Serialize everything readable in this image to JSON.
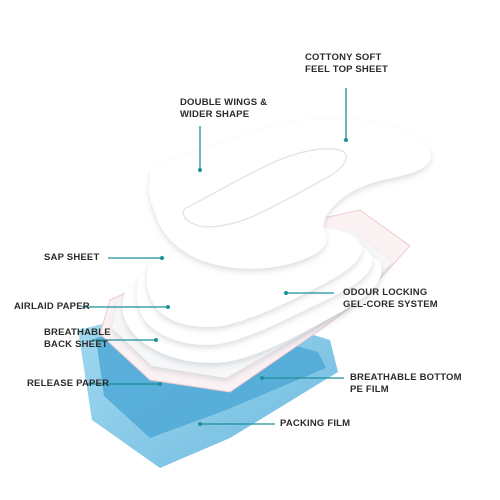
{
  "colors": {
    "accent": "#1d8f96",
    "text": "#2b2b2b",
    "packing_film": "#7cc7e6",
    "release_paper": "#4fa9d6",
    "sheet": "#ffffff"
  },
  "labels": {
    "cottony_soft": {
      "line1": "COTTONY SOFT",
      "line2": "FEEL TOP SHEET"
    },
    "double_wings": {
      "line1": "DOUBLE WINGS &",
      "line2": "WIDER SHAPE"
    },
    "sap_sheet": {
      "line1": "SAP SHEET"
    },
    "odour_locking": {
      "line1": "ODOUR LOCKING",
      "line2": "GEL-CORE SYSTEM"
    },
    "airlaid_paper": {
      "line1": "AIRLAID PAPER"
    },
    "breathable_back": {
      "line1": "BREATHABLE",
      "line2": "BACK SHEET"
    },
    "release_paper": {
      "line1": "RELEASE PAPER"
    },
    "breathable_bottom": {
      "line1": "BREATHABLE BOTTOM",
      "line2": "PE FILM"
    },
    "packing_film": {
      "line1": "PACKING FILM"
    }
  }
}
